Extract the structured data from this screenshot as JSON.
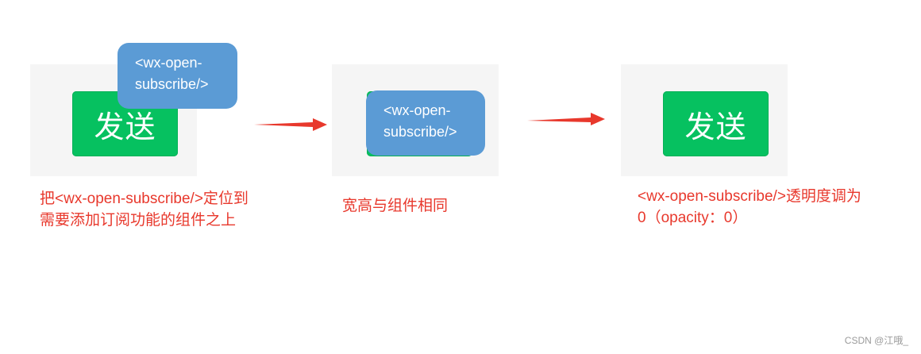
{
  "steps": [
    {
      "button_label": "发送",
      "overlay_label": "<wx-open-subscribe/>",
      "caption_lines": [
        "把<wx-open-subscribe/>定位到",
        "需要添加订阅功能的组件之上"
      ]
    },
    {
      "button_label": "",
      "overlay_label": "<wx-open-subscribe/>",
      "caption_lines": [
        "宽高与组件相同"
      ]
    },
    {
      "button_label": "发送",
      "caption_lines": [
        "<wx-open-subscribe/>透明度调为",
        "0（opacity：0）"
      ]
    }
  ],
  "watermark": "CSDN @江哦_",
  "colors": {
    "button_green": "#06c160",
    "overlay_blue": "#5b9bd5",
    "caption_red": "#e8382c",
    "arrow_red": "#e8382c",
    "panel_gray": "#f5f5f5"
  }
}
